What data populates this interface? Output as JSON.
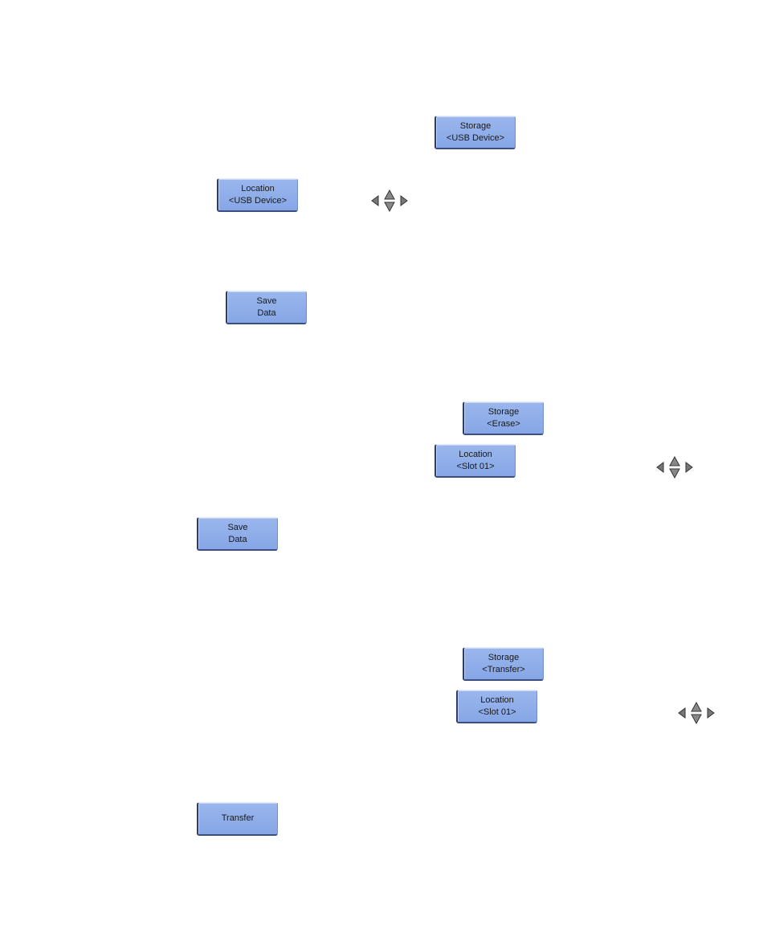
{
  "section_usb": {
    "storage_key": {
      "line1": "Storage",
      "line2": "<USB Device>"
    },
    "location_key": {
      "line1": "Location",
      "line2": "<USB Device>"
    },
    "save_key": {
      "line1": "Save",
      "line2": "Data"
    }
  },
  "section_erase": {
    "storage_key": {
      "line1": "Storage",
      "line2": "<Erase>"
    },
    "location_key": {
      "line1": "Location",
      "line2": "<Slot 01>"
    },
    "save_key": {
      "line1": "Save",
      "line2": "Data"
    }
  },
  "section_transfer": {
    "storage_key": {
      "line1": "Storage",
      "line2": "<Transfer>"
    },
    "location_key": {
      "line1": "Location",
      "line2": "<Slot 01>"
    },
    "transfer_key": {
      "label": "Transfer"
    }
  },
  "icons": {
    "navigation_pad": "arrow-keys-icon"
  },
  "colors": {
    "softkey_fill": "#8eacea",
    "softkey_border": "#2c3d66",
    "arrow_gray": "#777777"
  }
}
